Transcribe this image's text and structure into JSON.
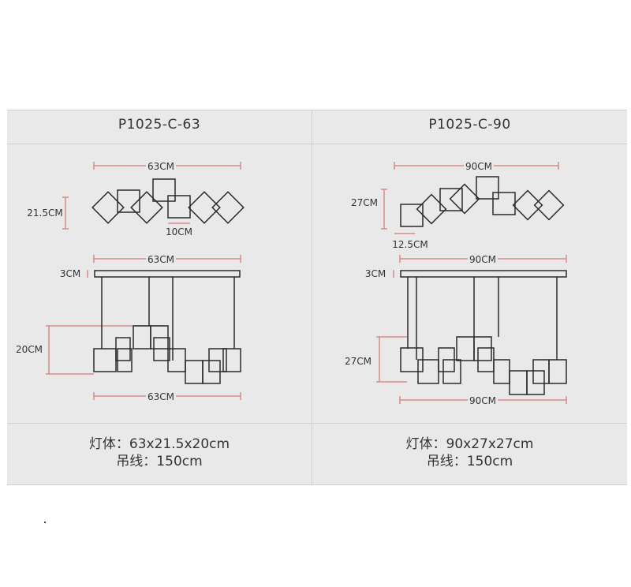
{
  "models": [
    {
      "name": "P1025-C-63",
      "top_view": {
        "width_label": "63CM",
        "depth_label": "21.5CM",
        "box_label": "10CM"
      },
      "side_view": {
        "top_width_label": "63CM",
        "canopy_label": "3CM",
        "height_label": "20CM",
        "bottom_width_label": "63CM"
      },
      "spec_body": "灯体：63x21.5x20cm",
      "spec_cable": "吊线：150cm"
    },
    {
      "name": "P1025-C-90",
      "top_view": {
        "width_label": "90CM",
        "depth_label": "27CM",
        "box_label": "12.5CM"
      },
      "side_view": {
        "top_width_label": "90CM",
        "canopy_label": "3CM",
        "height_label": "27CM",
        "bottom_width_label": "90CM"
      },
      "spec_body": "灯体：90x27x27cm",
      "spec_cable": "吊线：150cm"
    }
  ],
  "colors": {
    "panel": "#e9e9e9",
    "dimension_line": "#d98a8a",
    "fixture": "#2b2b2b"
  }
}
